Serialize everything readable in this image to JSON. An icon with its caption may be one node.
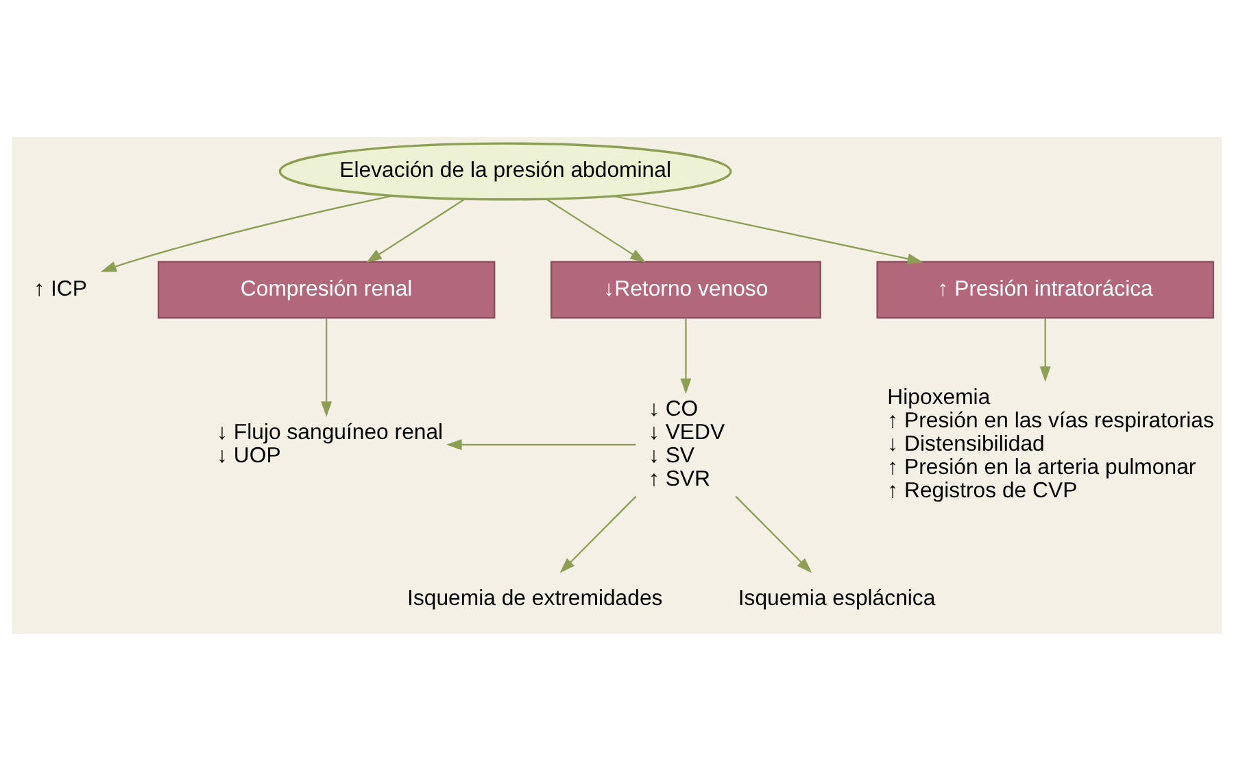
{
  "diagram": {
    "nodes": [
      {
        "text": [
          "Elevación de la presión abdominal"
        ]
      },
      {
        "text": [
          "↑ ICP"
        ]
      },
      {
        "text": [
          "Compresión renal"
        ]
      },
      {
        "text": [
          "↓Retorno venoso"
        ]
      },
      {
        "text": [
          "↑ Presión intratorácica"
        ]
      },
      {
        "text": [
          "↓ Flujo sanguíneo renal",
          "↓ UOP"
        ]
      },
      {
        "text": [
          "↓ CO",
          "↓ VEDV",
          "↓ SV",
          "↑ SVR"
        ]
      },
      {
        "text": [
          "Hipoxemia",
          "↑ Presión en las vías respiratorias",
          "↓ Distensibilidad",
          "↑ Presión en la arteria pulmonar",
          "↑ Registros de CVP"
        ]
      },
      {
        "text": [
          "Isquemia de extremidades"
        ]
      },
      {
        "text": [
          "Isquemia esplácnica"
        ]
      }
    ],
    "edges": [
      {
        "from": 0,
        "to": 1,
        "arrow": "to"
      },
      {
        "from": 0,
        "to": 2,
        "arrow": "to"
      },
      {
        "from": 0,
        "to": 3,
        "arrow": "to"
      },
      {
        "from": 0,
        "to": 4,
        "arrow": "to"
      },
      {
        "from": 2,
        "to": 5,
        "arrow": "to"
      },
      {
        "from": 3,
        "to": 6,
        "arrow": "to"
      },
      {
        "from": 4,
        "to": 7,
        "arrow": "to"
      },
      {
        "from": 6,
        "to": 5,
        "arrow": "to"
      },
      {
        "from": 6,
        "to": 8,
        "arrow": "to"
      },
      {
        "from": 6,
        "to": 9,
        "arrow": "to"
      }
    ]
  }
}
